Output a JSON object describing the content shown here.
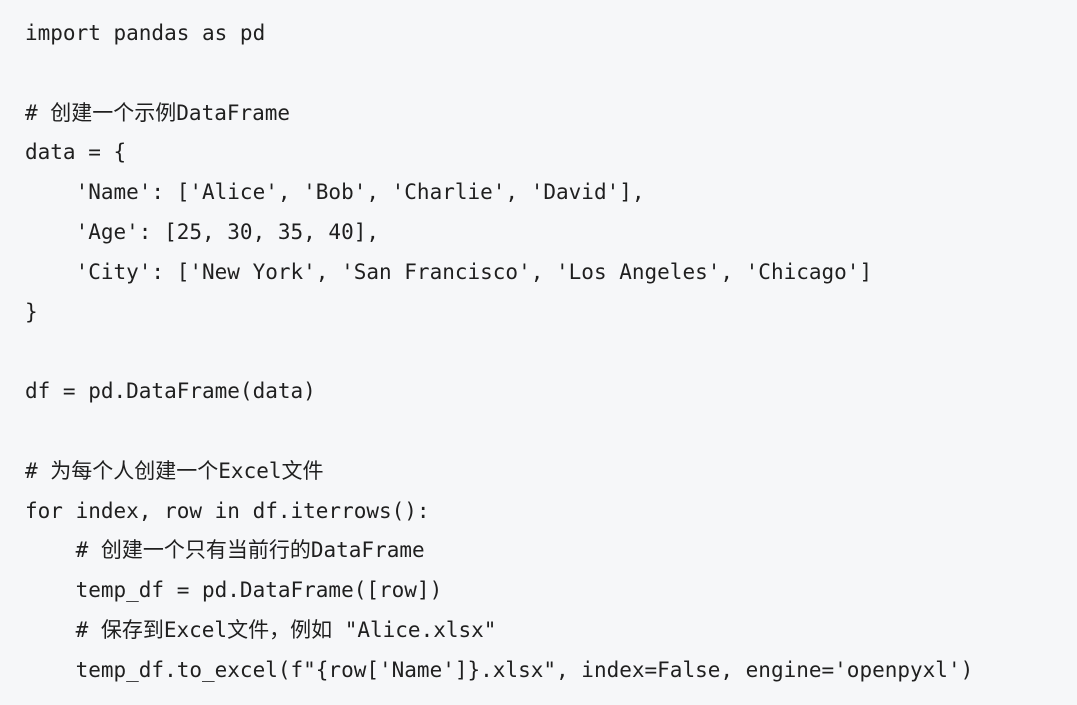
{
  "code": {
    "lines": [
      "import pandas as pd",
      "",
      "# 创建一个示例DataFrame",
      "data = {",
      "    'Name': ['Alice', 'Bob', 'Charlie', 'David'],",
      "    'Age': [25, 30, 35, 40],",
      "    'City': ['New York', 'San Francisco', 'Los Angeles', 'Chicago']",
      "}",
      "",
      "df = pd.DataFrame(data)",
      "",
      "# 为每个人创建一个Excel文件",
      "for index, row in df.iterrows():",
      "    # 创建一个只有当前行的DataFrame",
      "    temp_df = pd.DataFrame([row])",
      "    # 保存到Excel文件，例如 \"Alice.xlsx\"",
      "    temp_df.to_excel(f\"{row['Name']}.xlsx\", index=False, engine='openpyxl')"
    ]
  }
}
